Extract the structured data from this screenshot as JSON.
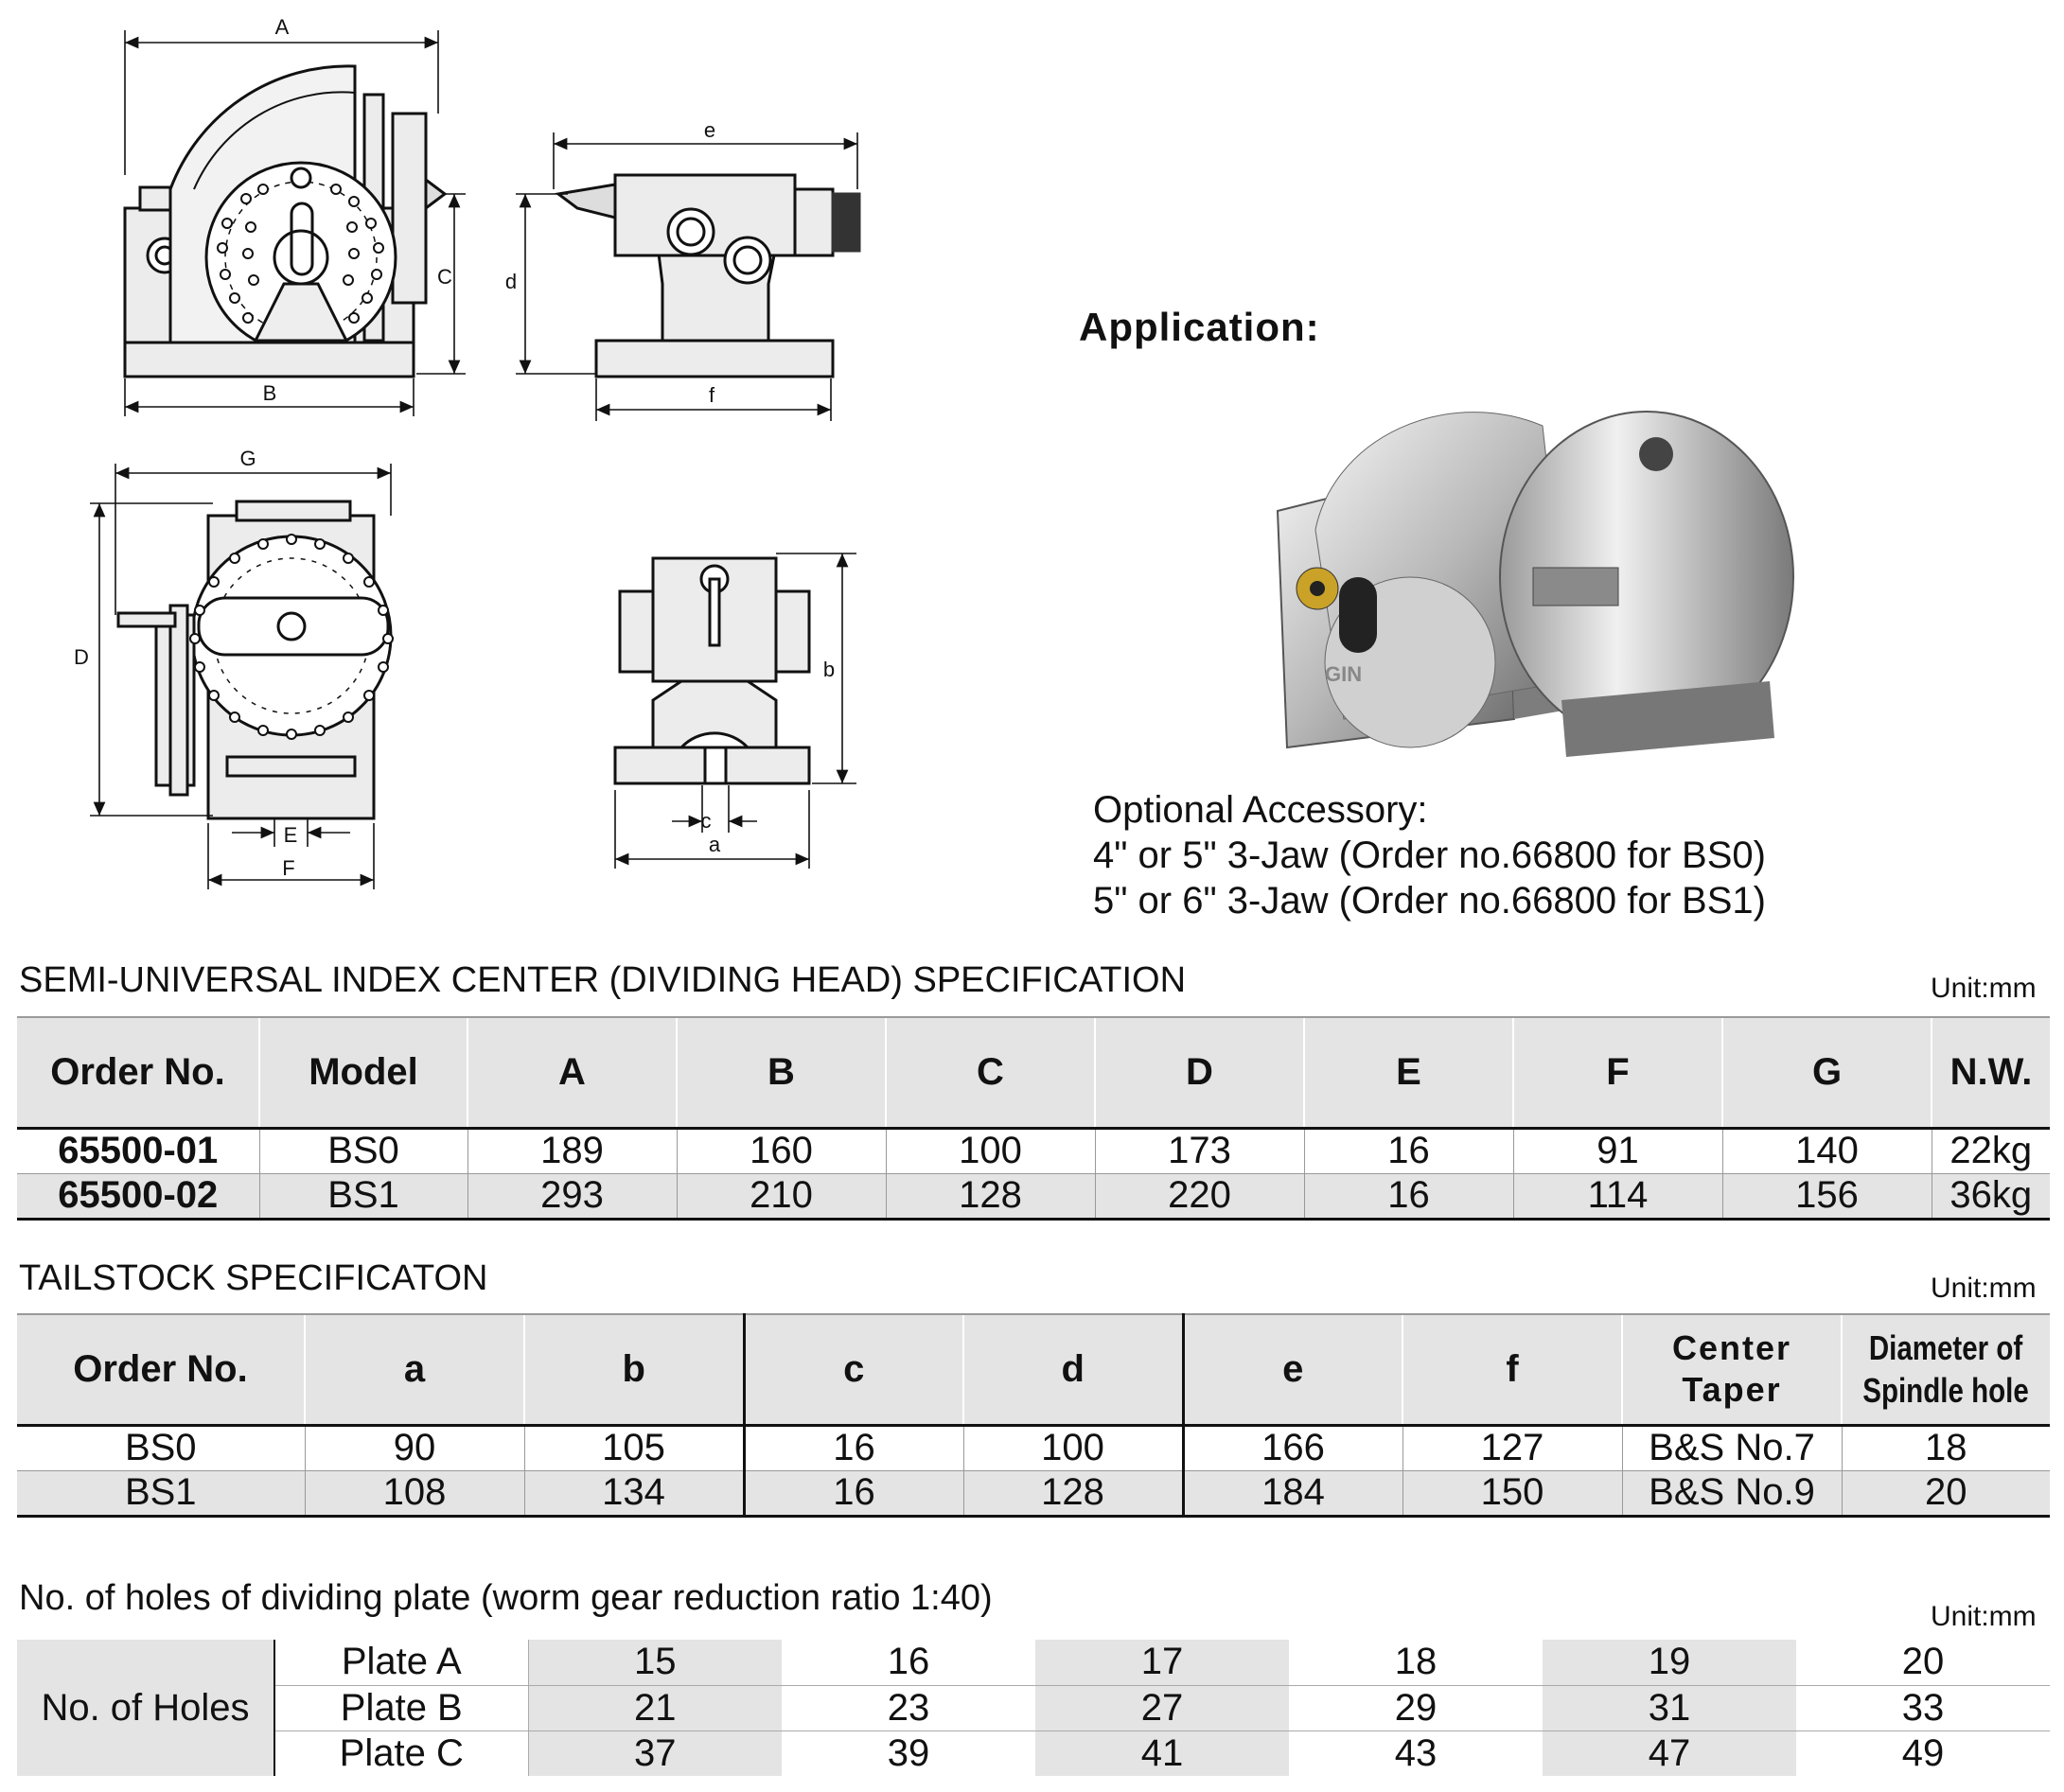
{
  "drawings": {
    "labels": {
      "A": "A",
      "B": "B",
      "C": "C",
      "D": "D",
      "E": "E",
      "F": "F",
      "G": "G",
      "a": "a",
      "b": "b",
      "c": "c",
      "d": "d",
      "e": "e",
      "f": "f"
    },
    "photo_logo": "GIN"
  },
  "application": {
    "title": "Application:",
    "accessory_title": "Optional Accessory:",
    "accessory_lines": [
      "4\" or 5\" 3-Jaw (Order no.66800 for BS0)",
      "5\" or 6\" 3-Jaw (Order no.66800 for BS1)"
    ]
  },
  "index_center": {
    "title": "SEMI-UNIVERSAL INDEX CENTER (DIVIDING HEAD) SPECIFICATION",
    "unit": "Unit:mm",
    "headers": [
      "Order No.",
      "Model",
      "A",
      "B",
      "C",
      "D",
      "E",
      "F",
      "G",
      "N.W."
    ],
    "rows": [
      [
        "65500-01",
        "BS0",
        "189",
        "160",
        "100",
        "173",
        "16",
        "91",
        "140",
        "22kg"
      ],
      [
        "65500-02",
        "BS1",
        "293",
        "210",
        "128",
        "220",
        "16",
        "114",
        "156",
        "36kg"
      ]
    ]
  },
  "tailstock": {
    "title": "TAILSTOCK SPECIFICATON",
    "unit": "Unit:mm",
    "headers": [
      "Order No.",
      "a",
      "b",
      "c",
      "d",
      "e",
      "f"
    ],
    "header_center_taper": [
      "Center",
      "Taper"
    ],
    "header_spindle": [
      "Diameter of",
      "Spindle hole"
    ],
    "rows": [
      [
        "BS0",
        "90",
        "105",
        "16",
        "100",
        "166",
        "127",
        "B&S No.7",
        "18"
      ],
      [
        "BS1",
        "108",
        "134",
        "16",
        "128",
        "184",
        "150",
        "B&S No.9",
        "20"
      ]
    ]
  },
  "dividing_plate": {
    "title": "No. of holes of dividing plate (worm gear reduction ratio 1:40)",
    "unit": "Unit:mm",
    "row_label": "No. of Holes",
    "plates": [
      {
        "name": "Plate A",
        "holes": [
          "15",
          "16",
          "17",
          "18",
          "19",
          "20"
        ]
      },
      {
        "name": "Plate B",
        "holes": [
          "21",
          "23",
          "27",
          "29",
          "31",
          "33"
        ]
      },
      {
        "name": "Plate C",
        "holes": [
          "37",
          "39",
          "41",
          "43",
          "47",
          "49"
        ]
      }
    ]
  }
}
